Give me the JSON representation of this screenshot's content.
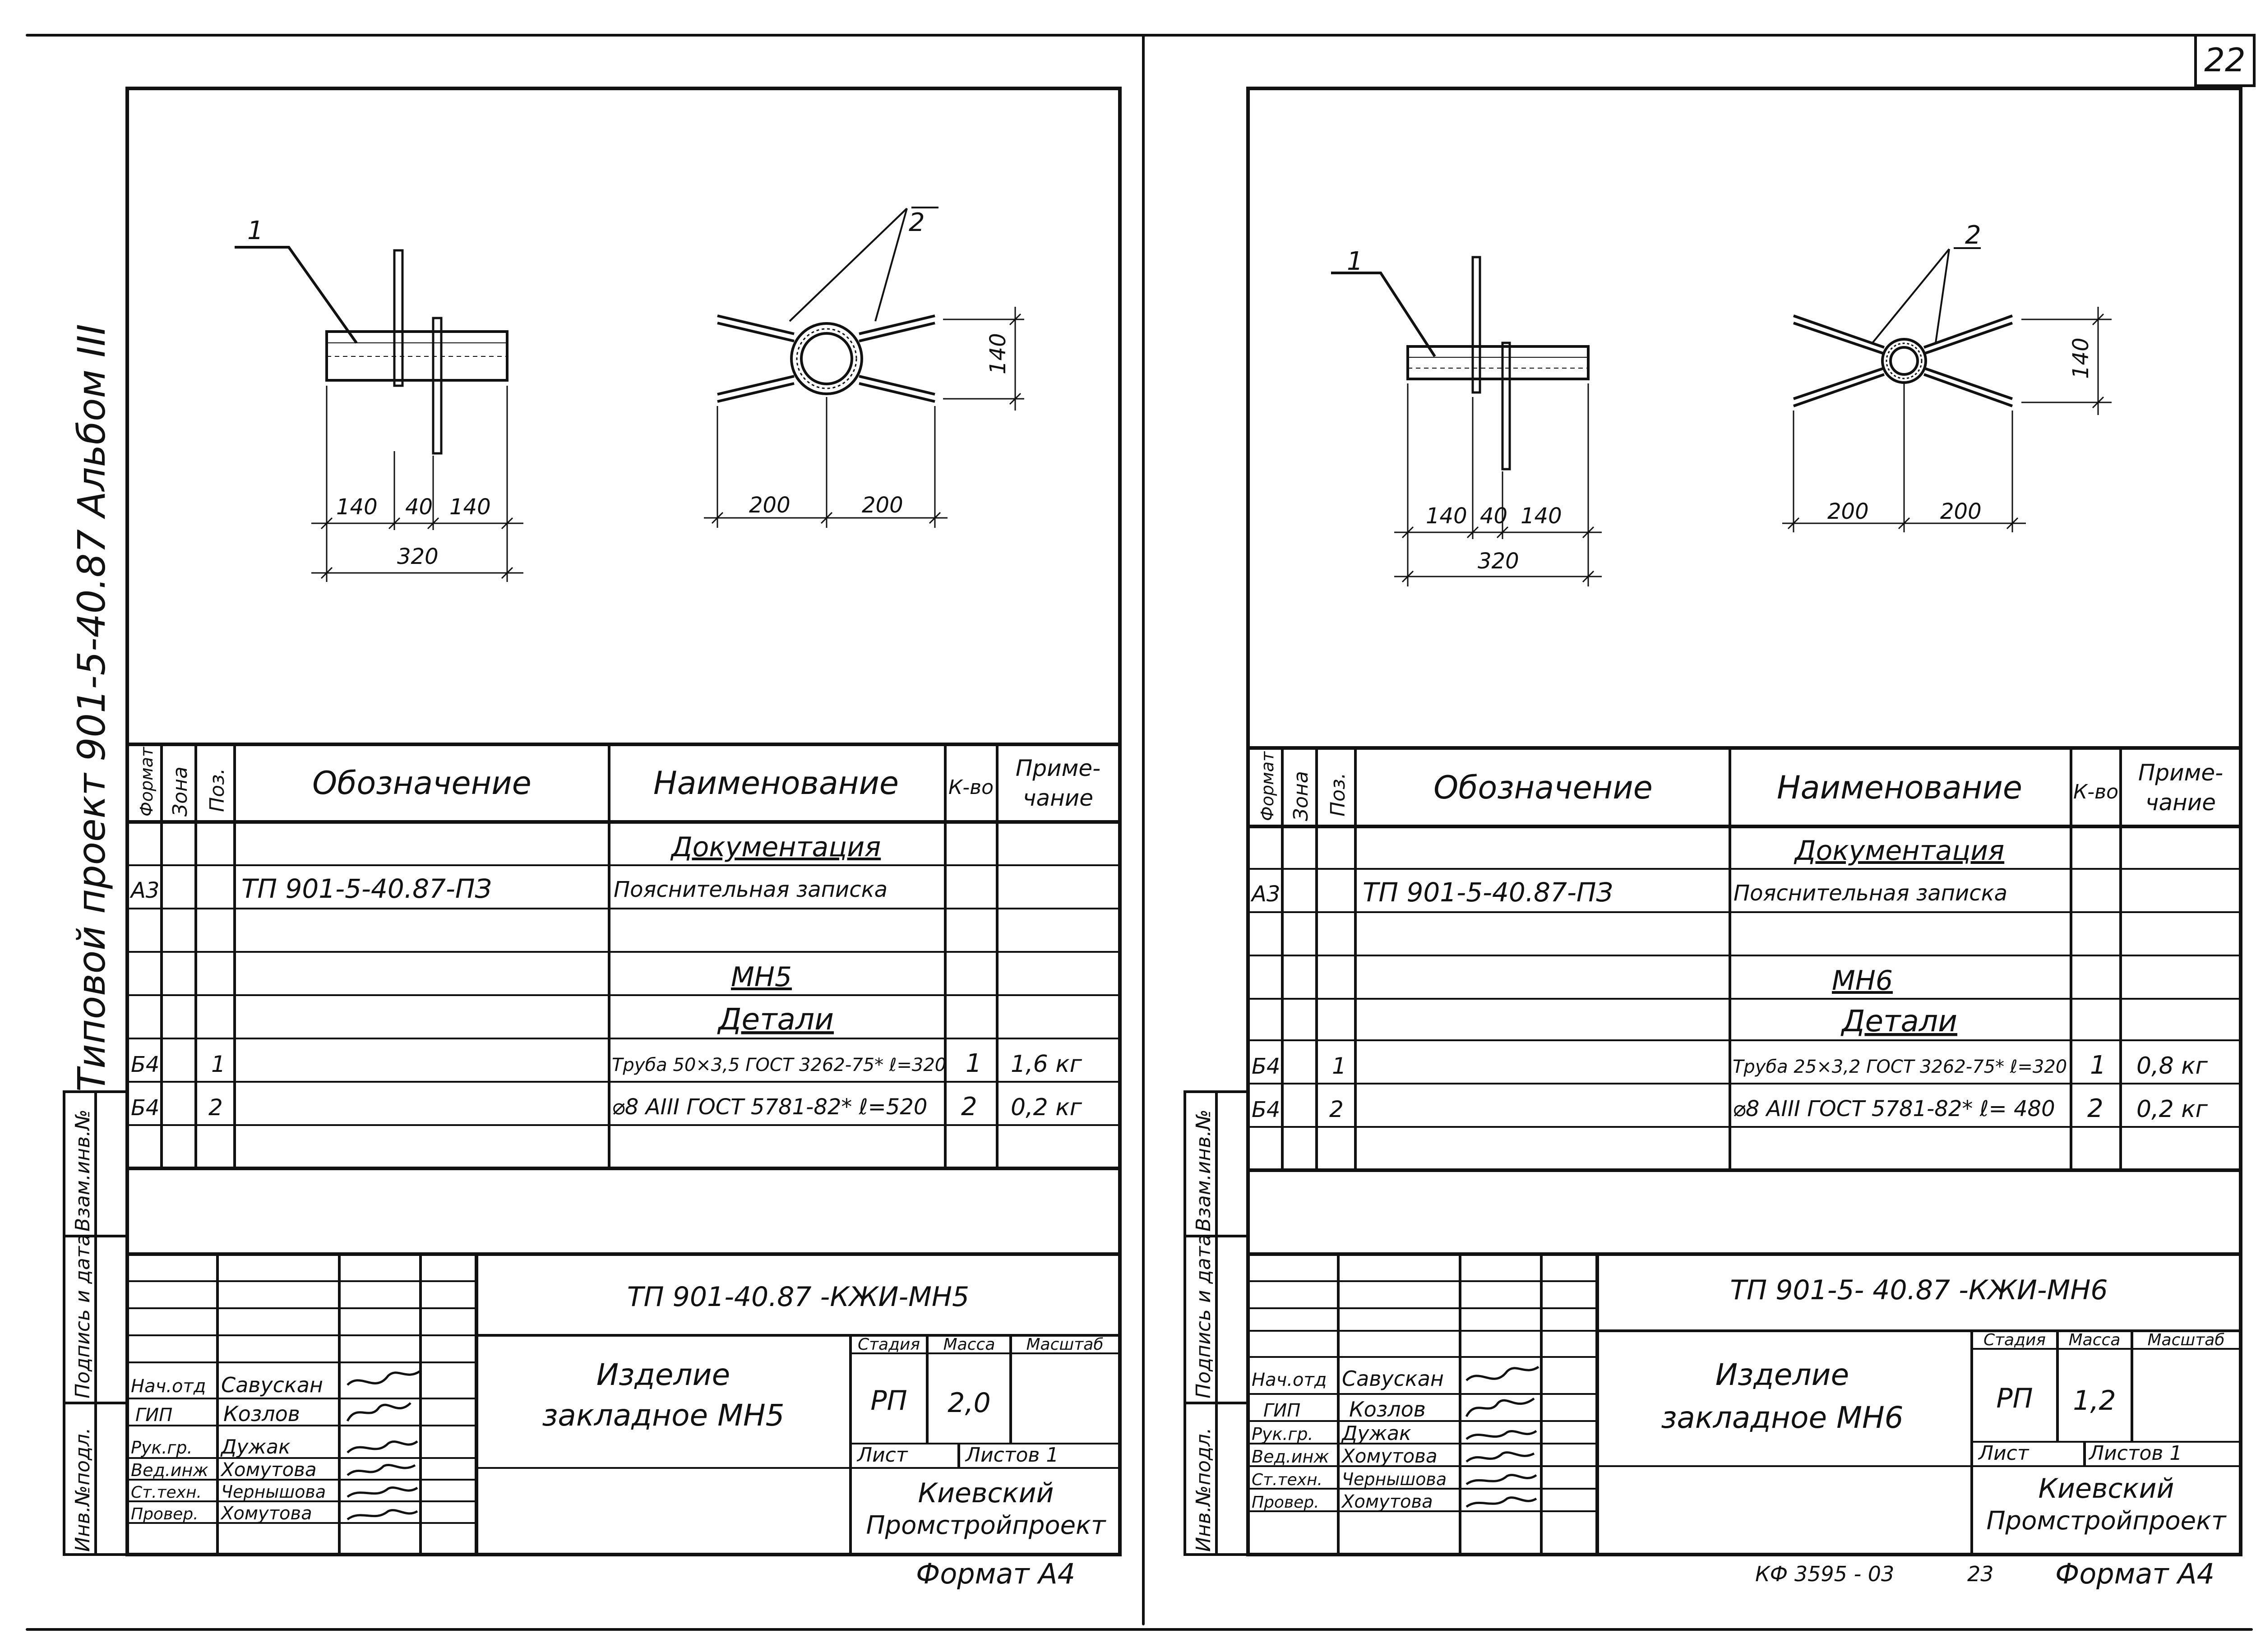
{
  "side_label": "Типовой   проект   901-5-40.87   Альбом III",
  "sheet_number": "22",
  "left_stamp_labels": [
    "Инв.№подл.",
    "Подпись и дата",
    "Взам.инв.№"
  ],
  "header": {
    "format": "Формат",
    "zone": "Зона",
    "pos": "Поз.",
    "designation": "Обозначение",
    "name": "Наименование",
    "qty": "К-во",
    "note1": "Приме-",
    "note2": "чание"
  },
  "sheets": [
    {
      "callout_1": "1",
      "callout_2": "2",
      "dims": {
        "a": "140",
        "b": "40",
        "c": "140",
        "total": "320",
        "d1": "200",
        "d2": "200",
        "h": "140"
      },
      "rows": {
        "section_docs": "Документация",
        "doc_format": "А3",
        "doc_designation": "ТП 901-5-40.87-ПЗ",
        "doc_name": "Пояснительная записка",
        "product": "МН5",
        "section_details": "Детали",
        "items": [
          {
            "format": "Б4",
            "pos": "1",
            "name": "Труба 50×3,5 ГОСТ 3262-75* ℓ=320",
            "qty": "1",
            "note": "1,6 кг"
          },
          {
            "format": "Б4",
            "pos": "2",
            "name": "⌀8 АIII ГОСТ 5781-82* ℓ=520",
            "qty": "2",
            "note": "0,2 кг"
          }
        ]
      },
      "title_block": {
        "code": "ТП 901-40.87 -КЖИ-МН5",
        "item_name_1": "Изделие",
        "item_name_2": "закладное МН5",
        "stage_label": "Стадия",
        "mass_label": "Масса",
        "scale_label": "Масштаб",
        "stage": "РП",
        "mass": "2,0",
        "sheet_label": "Лист",
        "sheets_label": "Листов 1",
        "org_1": "Киевский",
        "org_2": "Промстройпроект",
        "roles": [
          "Нач.отд",
          "ГИП",
          "Рук.гр.",
          "Вед.инж",
          "Ст.техн.",
          "Провер."
        ],
        "names": [
          "Савускан",
          "Козлов",
          "Дужак",
          "Хомутова",
          "Чернышова",
          "Хомутова"
        ]
      },
      "format_note": "Формат А4",
      "bottom_code": "",
      "bottom_num": ""
    },
    {
      "callout_1": "1",
      "callout_2": "2",
      "dims": {
        "a": "140",
        "b": "40",
        "c": "140",
        "total": "320",
        "d1": "200",
        "d2": "200",
        "h": "140"
      },
      "rows": {
        "section_docs": "Документация",
        "doc_format": "А3",
        "doc_designation": "ТП 901-5-40.87-ПЗ",
        "doc_name": "Пояснительная записка",
        "product": "МН6",
        "section_details": "Детали",
        "items": [
          {
            "format": "Б4",
            "pos": "1",
            "name": "Труба 25×3,2 ГОСТ 3262-75* ℓ=320",
            "qty": "1",
            "note": "0,8 кг"
          },
          {
            "format": "Б4",
            "pos": "2",
            "name": "⌀8 АIII ГОСТ 5781-82* ℓ= 480",
            "qty": "2",
            "note": "0,2 кг"
          }
        ]
      },
      "title_block": {
        "code": "ТП 901-5- 40.87  -КЖИ-МН6",
        "item_name_1": "Изделие",
        "item_name_2": "закладное МН6",
        "stage_label": "Стадия",
        "mass_label": "Масса",
        "scale_label": "Масштаб",
        "stage": "РП",
        "mass": "1,2",
        "sheet_label": "Лист",
        "sheets_label": "Листов 1",
        "org_1": "Киевский",
        "org_2": "Промстройпроект",
        "roles": [
          "Нач.отд",
          "ГИП",
          "Рук.гр.",
          "Вед.инж",
          "Ст.техн.",
          "Провер."
        ],
        "names": [
          "Савускан",
          "Козлов",
          "Дужак",
          "Хомутова",
          "Чернышова",
          "Хомутова"
        ]
      },
      "format_note": "Формат А4",
      "bottom_code": "КФ 3595 - 03",
      "bottom_num": "23"
    }
  ]
}
